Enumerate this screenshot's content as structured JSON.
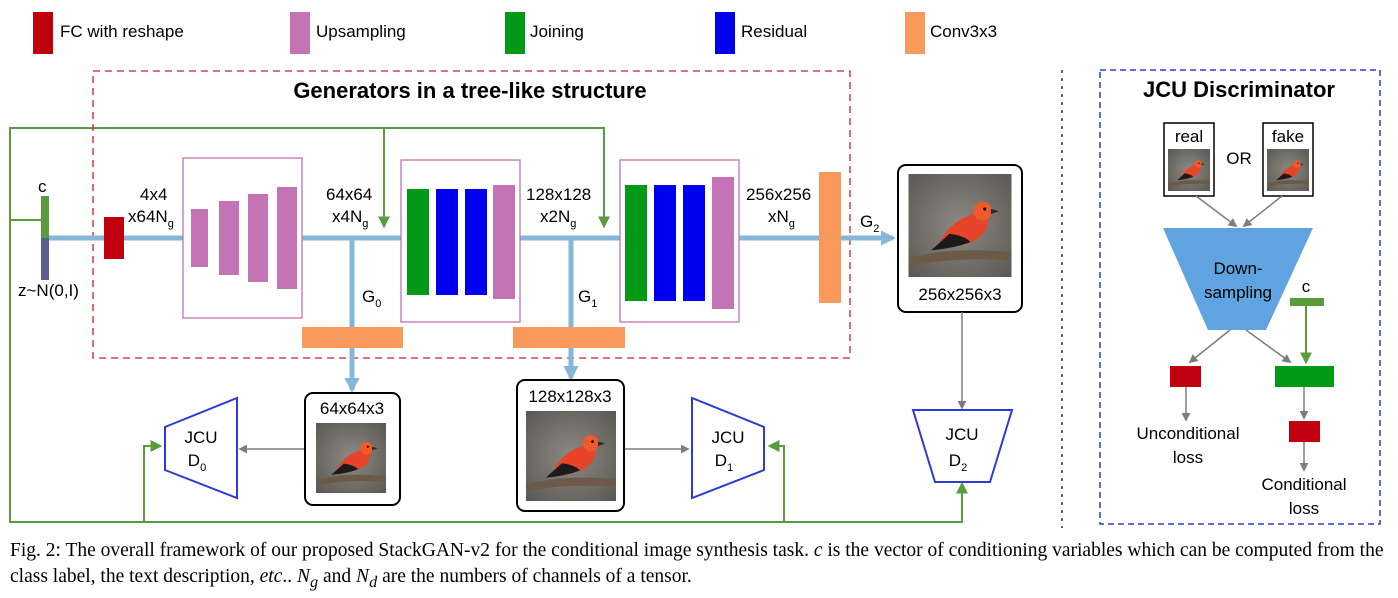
{
  "colors": {
    "fc_reshape": "#c0000e",
    "upsampling": "#c473b5",
    "joining": "#009a17",
    "residual": "#0000f0",
    "conv3x3": "#f99a5c",
    "trunk": "#86b7d9",
    "green_line": "#5a9b3b",
    "noise": "#5b5f8a",
    "generator_box_border": "#cc1d2b",
    "discriminator_border": "#2b3bd6",
    "discriminator_fill": "#5fa3e0",
    "gray_arrow": "#7d7d7d"
  },
  "legend": [
    {
      "label": "FC with reshape",
      "color_key": "fc_reshape"
    },
    {
      "label": "Upsampling",
      "color_key": "upsampling"
    },
    {
      "label": "Joining",
      "color_key": "joining"
    },
    {
      "label": "Residual",
      "color_key": "residual"
    },
    {
      "label": "Conv3x3",
      "color_key": "conv3x3"
    }
  ],
  "generator": {
    "title": "Generators in a tree-like structure",
    "c_label": "c",
    "z_label": "z~N(0,I)",
    "stage0": {
      "size": "4x4",
      "channels": "x64N",
      "sub": "g"
    },
    "stage1": {
      "size": "64x64",
      "channels": "x4N",
      "sub": "g"
    },
    "stage2": {
      "size": "128x128",
      "channels": "x2N",
      "sub": "g"
    },
    "stage3": {
      "size": "256x256",
      "channels": "xN",
      "sub": "g"
    },
    "branches": [
      {
        "name": "G",
        "sub": "0"
      },
      {
        "name": "G",
        "sub": "1"
      },
      {
        "name": "G",
        "sub": "2"
      }
    ]
  },
  "outputs": [
    {
      "label": "64x64x3"
    },
    {
      "label": "128x128x3"
    },
    {
      "label": "256x256x3"
    }
  ],
  "discriminators": [
    {
      "name": "JCU",
      "sub_name": "D",
      "sub": "0"
    },
    {
      "name": "JCU",
      "sub_name": "D",
      "sub": "1"
    },
    {
      "name": "JCU",
      "sub_name": "D",
      "sub": "2"
    }
  ],
  "jcu_panel": {
    "title": "JCU Discriminator",
    "real_label": "real",
    "or_label": "OR",
    "fake_label": "fake",
    "down_line1": "Down-",
    "down_line2": "sampling",
    "c_label": "c",
    "uncond_line1": "Unconditional",
    "uncond_line2": "loss",
    "cond_line1": "Conditional",
    "cond_line2": "loss"
  },
  "caption": {
    "part1": "Fig. 2: The overall framework of our proposed StackGAN-v2 for the conditional image synthesis task. ",
    "c_var": "c",
    "part2": " is the vector of conditioning variables which can be computed from the class label, the text description, ",
    "etc": "etc",
    "part3": ".. ",
    "ng_var": "N",
    "ng_sub": "g",
    "part4": " and ",
    "nd_var": "N",
    "nd_sub": "d",
    "part5": " are the numbers of channels of a tensor."
  }
}
